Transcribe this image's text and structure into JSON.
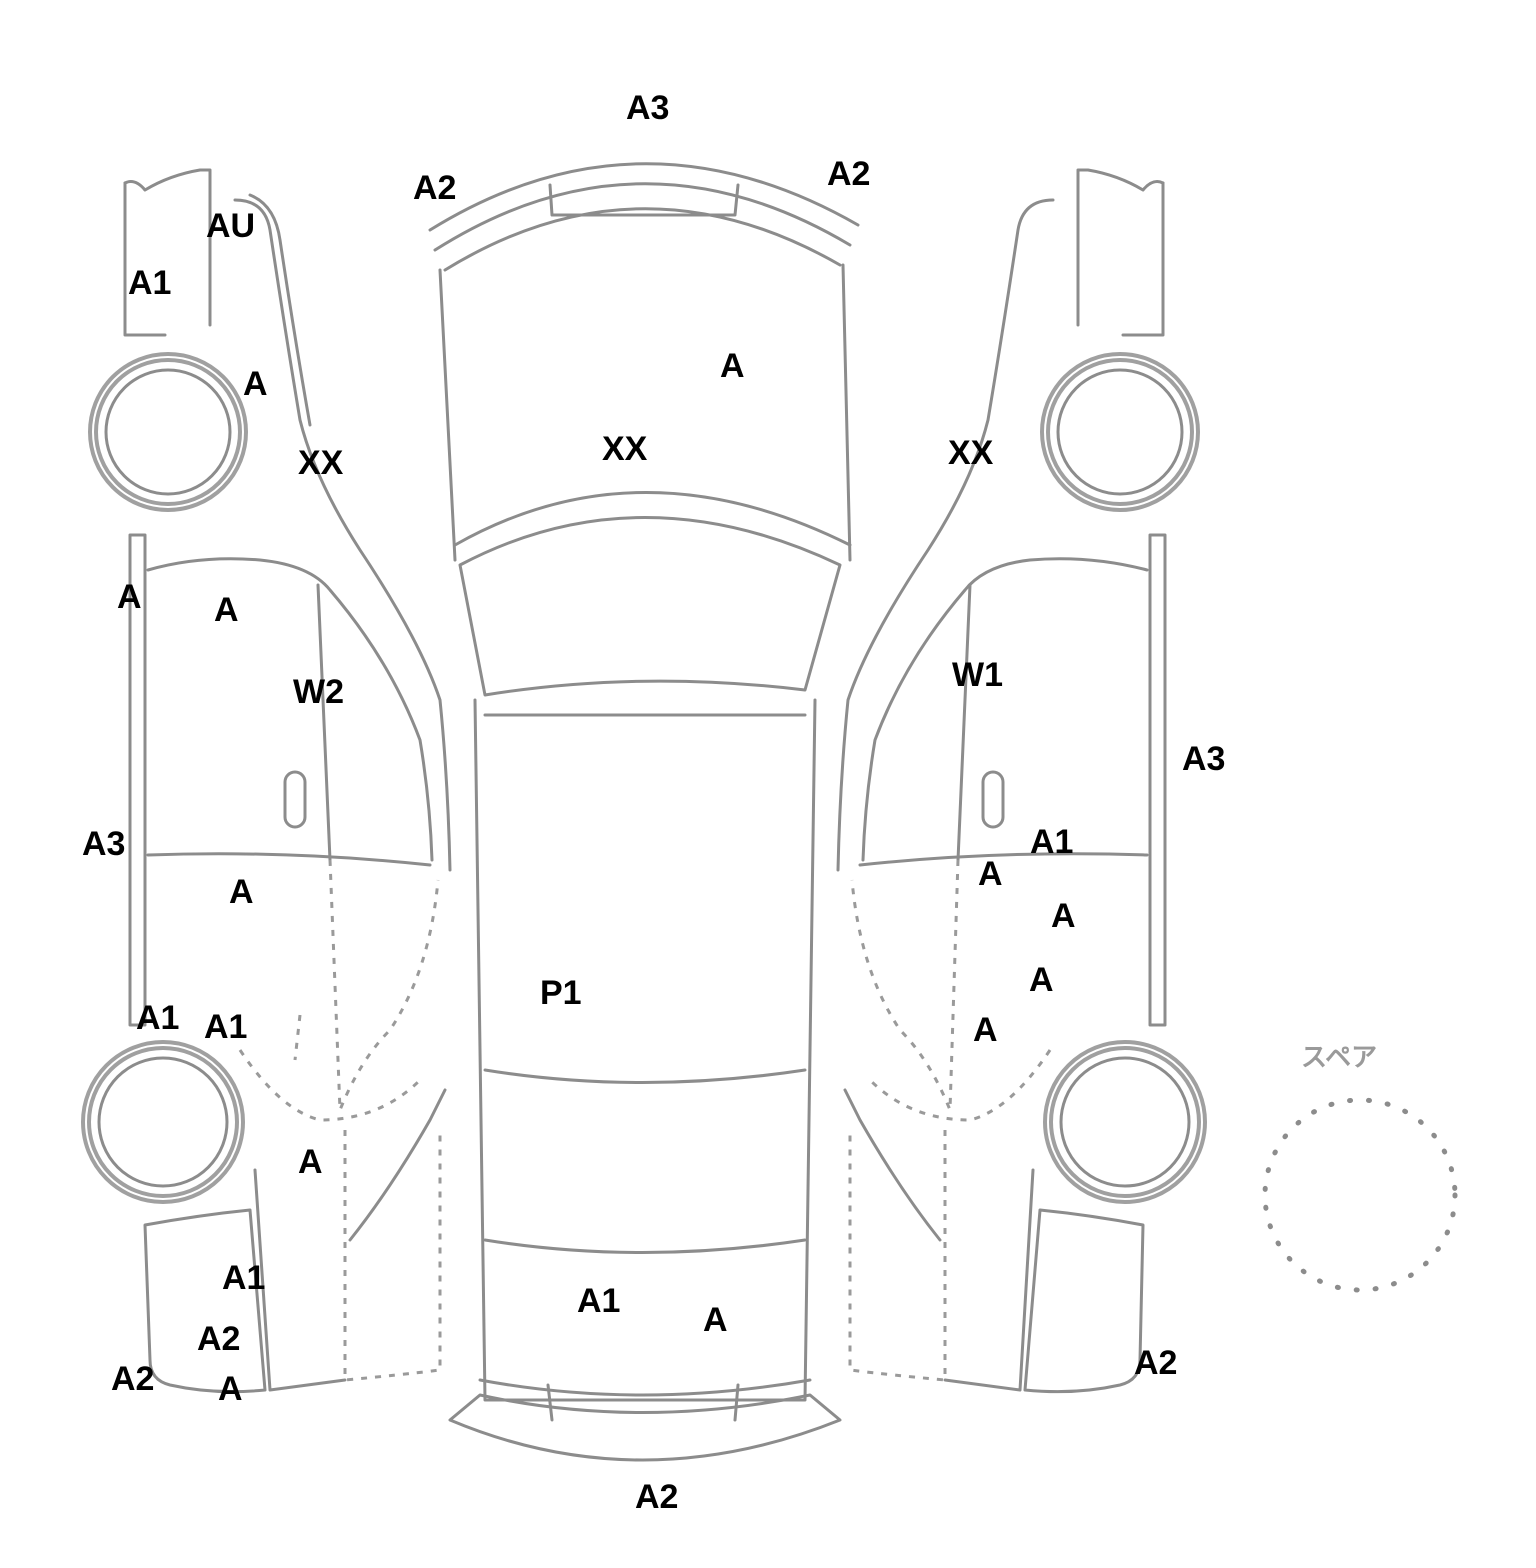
{
  "diagram": {
    "spare_label": "スペア",
    "line_color": "#8c8c8c",
    "codes": {
      "left_side": [
        {
          "text": "AU",
          "part": "front-fender"
        },
        {
          "text": "A1",
          "part": "front-bumper-corner"
        },
        {
          "text": "A",
          "part": "front-wheel-arch"
        },
        {
          "text": "XX",
          "part": "a-pillar"
        },
        {
          "text": "A",
          "part": "rocker-front"
        },
        {
          "text": "A",
          "part": "front-door-upper"
        },
        {
          "text": "W2",
          "part": "front-window"
        },
        {
          "text": "A3",
          "part": "rocker-mid"
        },
        {
          "text": "A",
          "part": "front-door-lower"
        },
        {
          "text": "A1",
          "part": "rear-wheel-arch-left"
        },
        {
          "text": "A1",
          "part": "rear-wheel-arch-right"
        },
        {
          "text": "A",
          "part": "rear-quarter"
        },
        {
          "text": "A1",
          "part": "rear-bumper-1"
        },
        {
          "text": "A2",
          "part": "rear-bumper-2"
        },
        {
          "text": "A2",
          "part": "rear-bumper-corner"
        },
        {
          "text": "A",
          "part": "rear-bumper-3"
        }
      ],
      "top": [
        {
          "text": "A3",
          "part": "front-bumper"
        },
        {
          "text": "A2",
          "part": "front-bumper-left"
        },
        {
          "text": "A2",
          "part": "front-bumper-right"
        },
        {
          "text": "A",
          "part": "hood-right"
        },
        {
          "text": "XX",
          "part": "hood"
        },
        {
          "text": "P1",
          "part": "roof"
        },
        {
          "text": "A1",
          "part": "trunk-left"
        },
        {
          "text": "A",
          "part": "trunk-right"
        },
        {
          "text": "A2",
          "part": "rear-bumper"
        }
      ],
      "right_side": [
        {
          "text": "XX",
          "part": "a-pillar"
        },
        {
          "text": "W1",
          "part": "front-window"
        },
        {
          "text": "A3",
          "part": "rocker"
        },
        {
          "text": "A1",
          "part": "rear-door-upper"
        },
        {
          "text": "A",
          "part": "rear-door-1"
        },
        {
          "text": "A",
          "part": "rear-door-2"
        },
        {
          "text": "A",
          "part": "rear-door-3"
        },
        {
          "text": "A",
          "part": "rear-door-4"
        },
        {
          "text": "A2",
          "part": "rear-bumper-corner"
        }
      ]
    }
  }
}
